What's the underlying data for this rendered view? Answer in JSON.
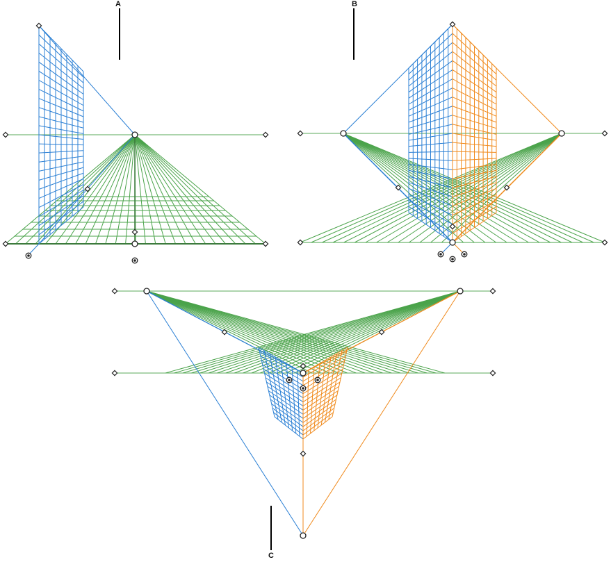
{
  "figure": {
    "labels": {
      "a": "A",
      "b": "B",
      "c": "C"
    }
  },
  "colors": {
    "left_grid": "#2a7fd4",
    "right_grid": "#f08a1c",
    "ground_grid": "#4aa34a",
    "horizon": "#5aaa5a",
    "widget_stroke": "#222222",
    "widget_fill": "#ffffff"
  },
  "panels": [
    {
      "id": "A",
      "perspective": "one-point",
      "vanishing_points": 1
    },
    {
      "id": "B",
      "perspective": "two-point",
      "vanishing_points": 2
    },
    {
      "id": "C",
      "perspective": "three-point",
      "vanishing_points": 3
    }
  ],
  "icons": {
    "vanishing_point": "hollow-circle-icon",
    "handle": "diamond-handle-icon",
    "extent_widget": "target-dot-icon"
  }
}
